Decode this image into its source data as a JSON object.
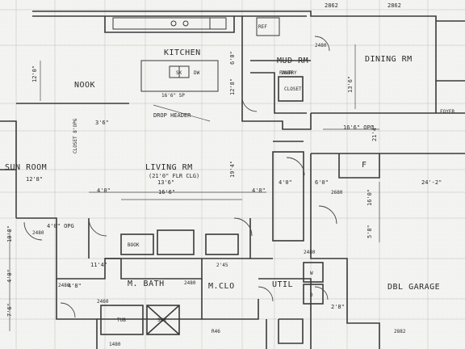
{
  "rooms": {
    "kitchen": "KITCHEN",
    "nook": "NOOK",
    "mud_rm": "MUD RM",
    "dining_rm": "DINING RM",
    "living_rm": "LIVING RM",
    "sun_room": "SUN ROOM",
    "m_bath": "M. BATH",
    "m_clo": "M.CLO",
    "util": "UTIL",
    "dbl_garage": "DBL GARAGE",
    "pantry": "PANTRY",
    "foyer": "FOYER",
    "closet": "CLOSET",
    "book": "BOOK",
    "shr": "SHR",
    "tub": "TUB"
  },
  "labels": {
    "drop_header": "DROP HEADER",
    "opg": "16'6\" OPG",
    "opg2": "4'0\" OPG",
    "vault": "(21'0\" FLR CLG)",
    "open_to_below": "CLOSET 8'OPG",
    "top_dim": "2862",
    "top_dim2": "2862",
    "garage_dim": "24'-2\"",
    "kitchen_dim": "16'6\" SP",
    "nook_dim": "12'0\"",
    "sun_dim": "12'8\"",
    "living_dim1": "13'6\"",
    "living_dim2": "16'6\"",
    "living_dim3": "4'0\"",
    "living_dim4": "4'0\"",
    "dining_dim": "13'6\"",
    "hall_dim": "3'6\"",
    "stair_dim": "4'0\"",
    "dim_2480_a": "2480",
    "dim_2480_b": "2480",
    "dim_2480_c": "2480",
    "dim_2480_d": "2480",
    "dim_2480_e": "2480",
    "dim_2880": "2880",
    "dim_2680": "2680",
    "dim_2460": "2460",
    "dim_245": "2'45",
    "dim_r46": "R46",
    "dim_6_0": "6'0\"",
    "dim_11_4": "11'4\"",
    "dim_10_8": "10'8\"",
    "dim_4_8": "4'8\"",
    "dim_4_0": "4'0\"",
    "dim_7_6": "7'6\"",
    "dim_2_8": "2'8\"",
    "dim_5_8": "5'8\"",
    "dim_6_0b": "6'0\"",
    "dim_16_0": "16'0\"",
    "dim_12_8": "12'8\"",
    "dim_21_4": "21'4\"",
    "dim_19_4": "19'4\"",
    "dim_2882": "2882",
    "dim_1480": "1480",
    "f_mark": "F",
    "sk": "SK",
    "ref": "REF",
    "dw": "DW",
    "w": "W",
    "d": "D"
  }
}
